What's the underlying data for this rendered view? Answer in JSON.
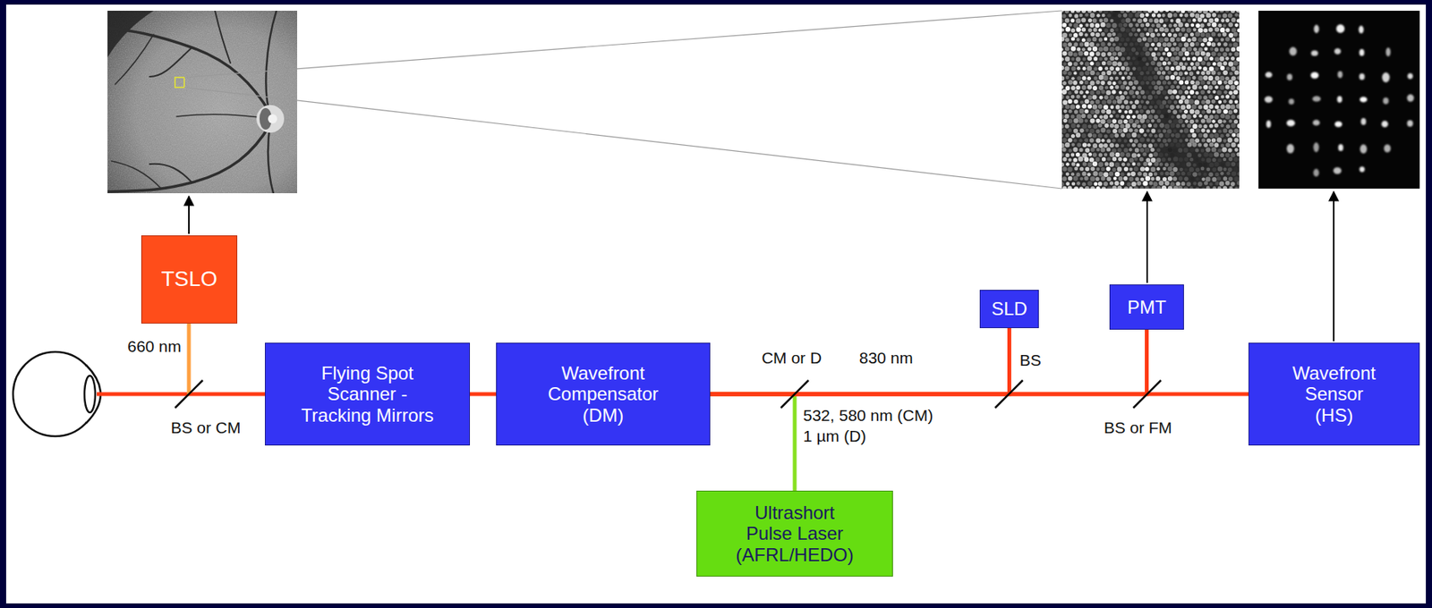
{
  "diagram": {
    "nodes": [
      {
        "text": [
          "TSLO"
        ]
      },
      {
        "text": [
          "Flying Spot Scanner - Tracking Mirrors"
        ]
      },
      {
        "text": [
          "Wavefront Compensator (DM)"
        ]
      },
      {
        "text": [
          "SLD"
        ]
      },
      {
        "text": [
          "PMT"
        ]
      },
      {
        "text": [
          "Wavefront Sensor (HS)"
        ]
      },
      {
        "text": [
          "Ultrashort Pulse Laser (AFRL/HEDO)"
        ]
      }
    ],
    "edges": [
      {
        "from": 1,
        "to": 2,
        "arrow": "none"
      },
      {
        "from": 6,
        "to": 2,
        "arrow": "none"
      },
      {
        "from": 3,
        "to": 2,
        "arrow": "none"
      },
      {
        "from": 4,
        "to": 2,
        "arrow": "none"
      },
      {
        "from": 2,
        "to": 5,
        "arrow": "none",
        "label": "830 nm"
      }
    ],
    "labels": [
      "660 nm",
      "BS or CM",
      "CM or D",
      "532, 580 nm (CM)",
      "1 µm (D)",
      "BS",
      "BS or FM"
    ]
  }
}
